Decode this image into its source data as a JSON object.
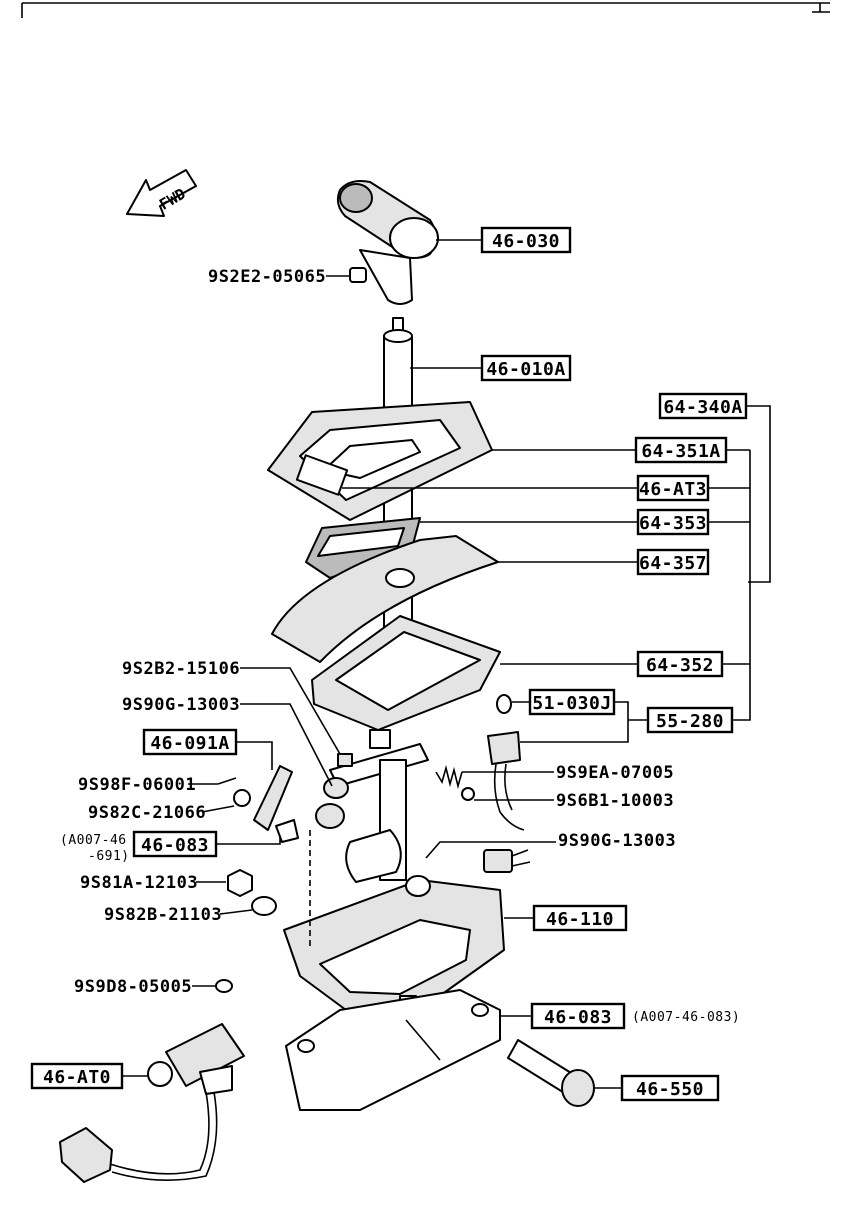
{
  "diagram": {
    "arrow_label": "FWD",
    "boxed_labels": {
      "b46_030": "46-030",
      "b46_010a": "46-010A",
      "b64_340a": "64-340A",
      "b64_351a": "64-351A",
      "b46_at3": "46-AT3",
      "b64_353": "64-353",
      "b64_357": "64-357",
      "b64_352": "64-352",
      "b51_030j": "51-030J",
      "b55_280": "55-280",
      "b46_091a": "46-091A",
      "b46_083a": "46-083",
      "b46_110": "46-110",
      "b46_083b": "46-083",
      "b46_550": "46-550",
      "b46_at0": "46-AT0"
    },
    "part_labels": {
      "p9s2e2": "9S2E2-05065",
      "p9s2b2": "9S2B2-15106",
      "p9s90g_a": "9S90G-13003",
      "p9s98f": "9S98F-06001",
      "p9s82c": "9S82C-21066",
      "pa007_46_1": "(A007-46",
      "pa007_46_2": "-691)",
      "p9s81a": "9S81A-12103",
      "p9s82b": "9S82B-21103",
      "p9s9d8": "9S9D8-05005",
      "p9s9ea": "9S9EA-07005",
      "p9s6b1": "9S6B1-10003",
      "p9s90g_b": "9S90G-13003",
      "pa007_46_083": "(A007-46-083)"
    }
  }
}
